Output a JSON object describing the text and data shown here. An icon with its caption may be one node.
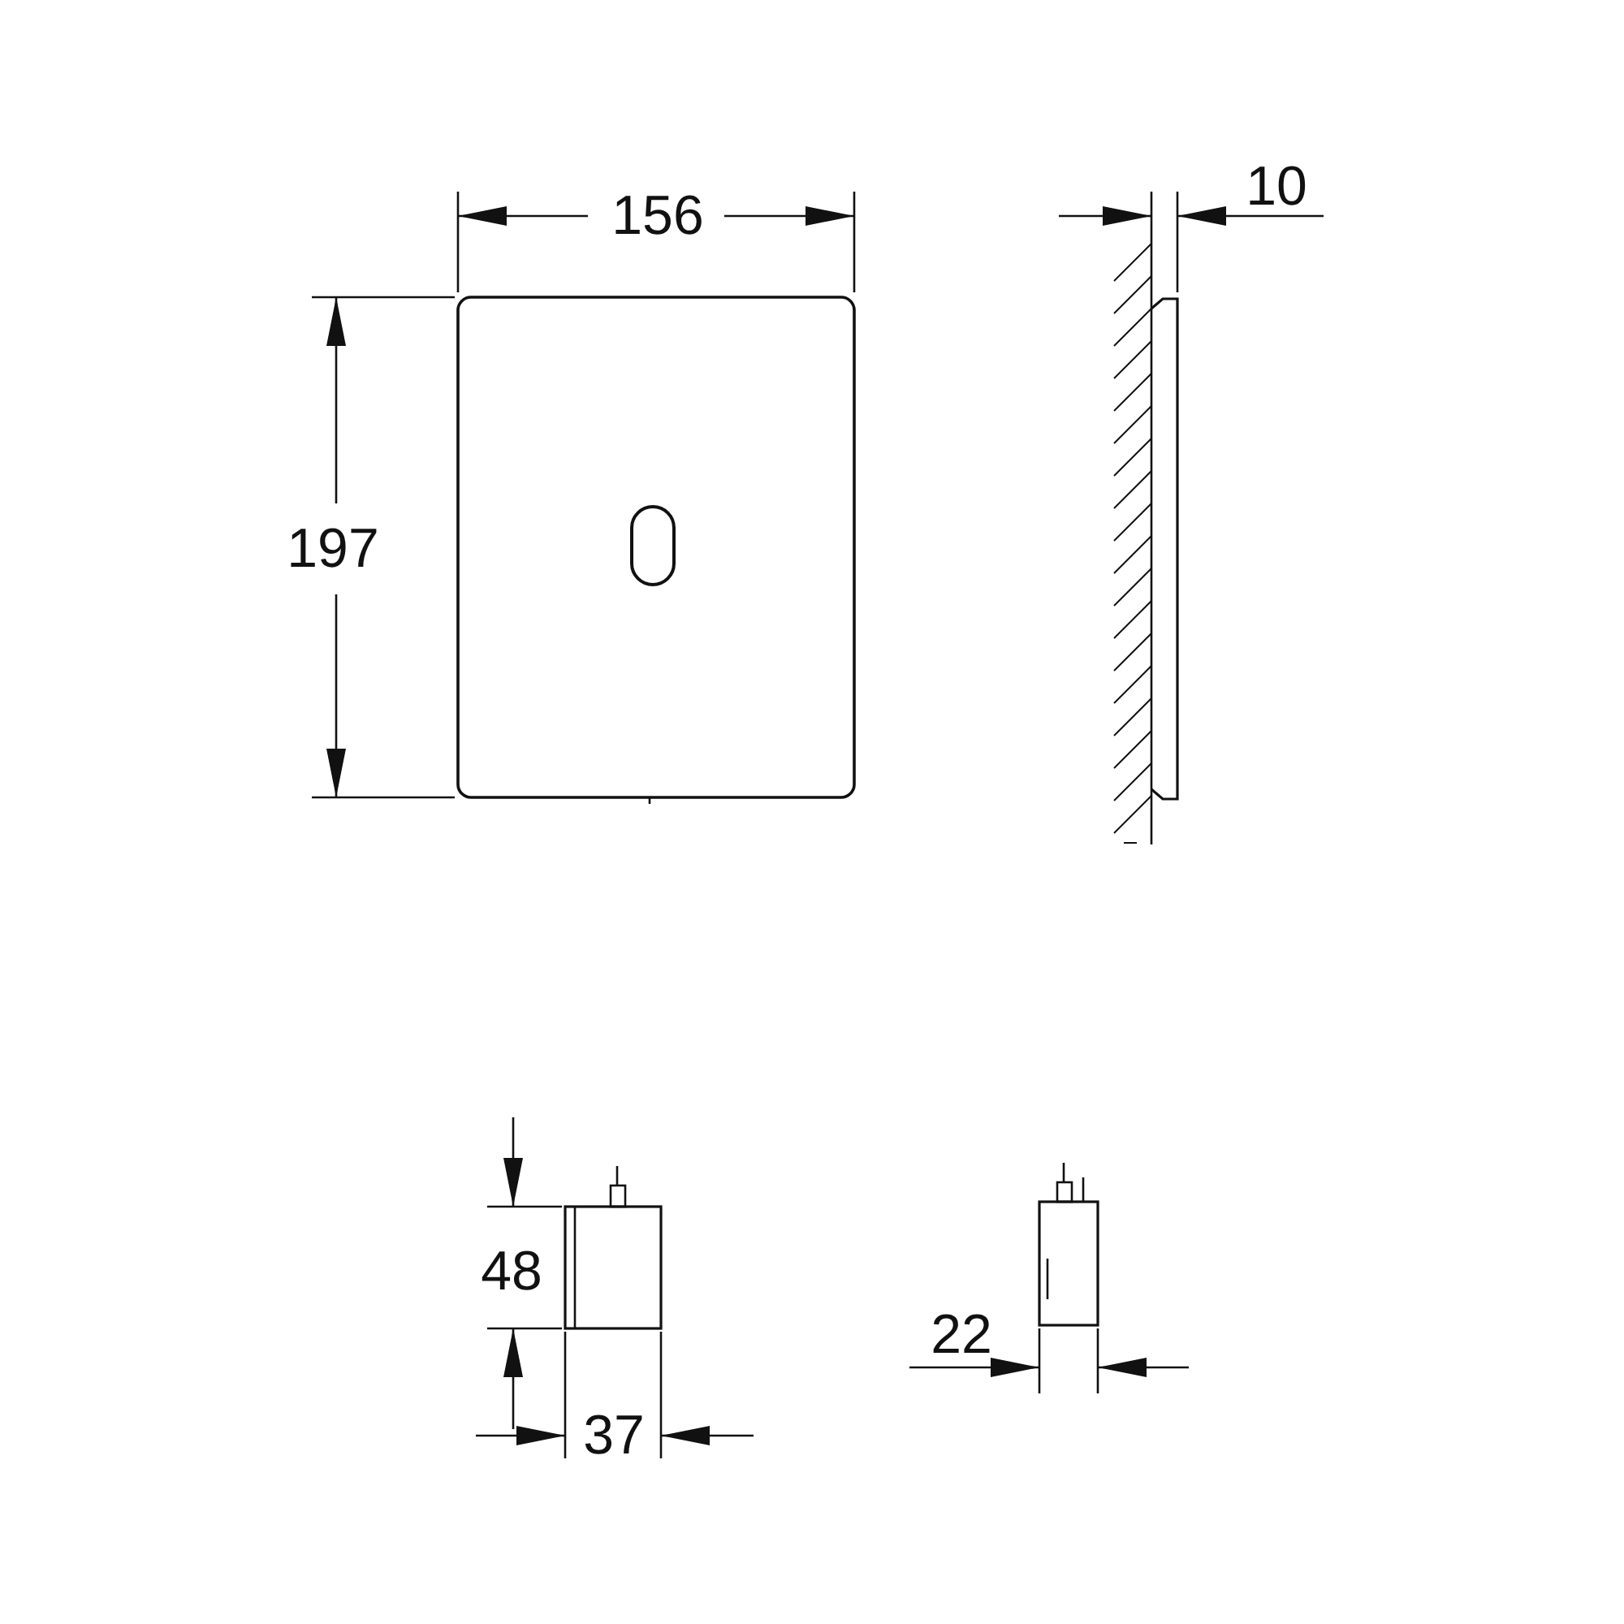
{
  "diagram": {
    "labels": [
      "156",
      "10",
      "197",
      "48",
      "22",
      "37"
    ]
  }
}
